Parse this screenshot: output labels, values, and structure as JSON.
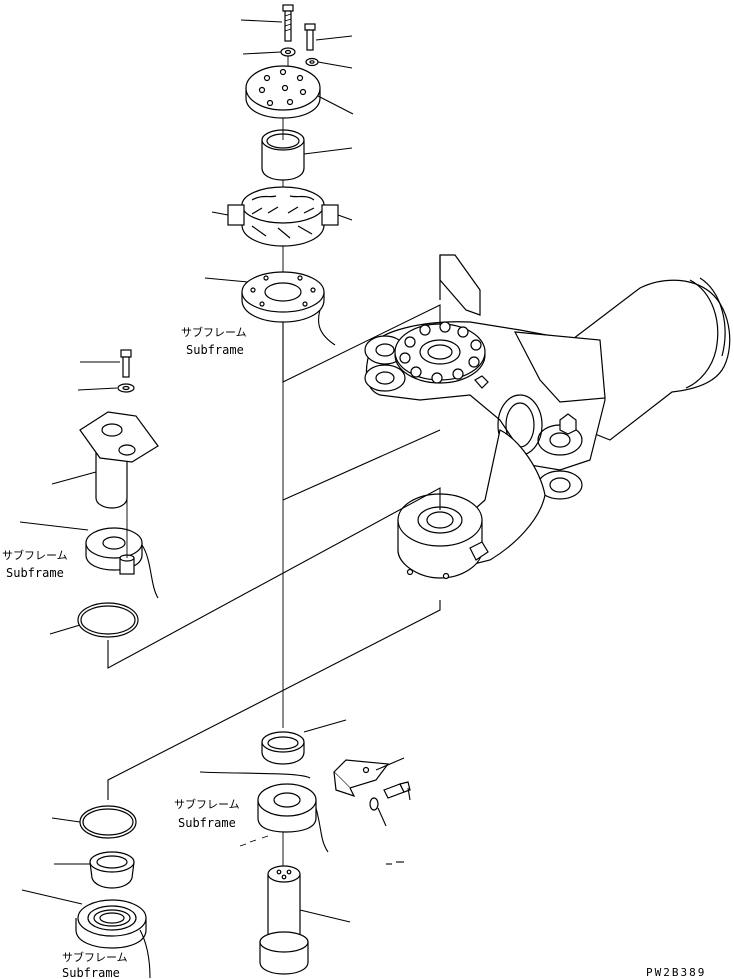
{
  "labels": {
    "subframe_jp": "サブフレーム",
    "subframe_en": "Subframe"
  },
  "drawing_code": "PW2B389"
}
